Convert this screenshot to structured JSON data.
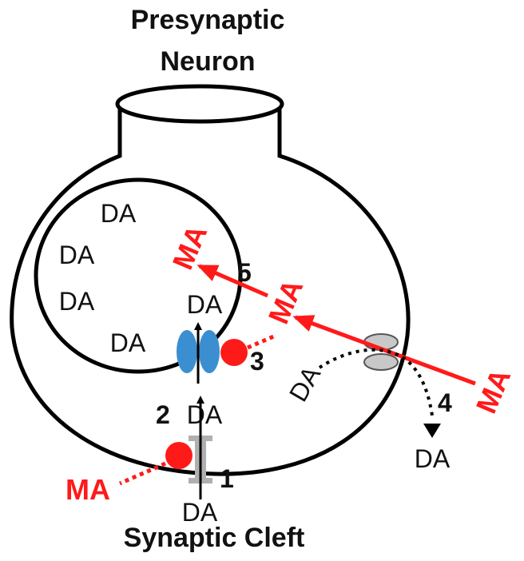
{
  "title": {
    "line1": "Presynaptic",
    "line2": "Neuron"
  },
  "footer": "Synaptic Cleft",
  "labels": {
    "da": "DA",
    "ma": "MA",
    "step1": "1",
    "step2": "2",
    "step3": "3",
    "step4": "4",
    "step5": "5"
  },
  "colors": {
    "outline": "#000000",
    "methamphetamine": "#ff1a1a",
    "vmat_transporter": "#3b8fd0",
    "dat_transporter": "#b0b0b0",
    "channel": "#c8c8c8"
  }
}
